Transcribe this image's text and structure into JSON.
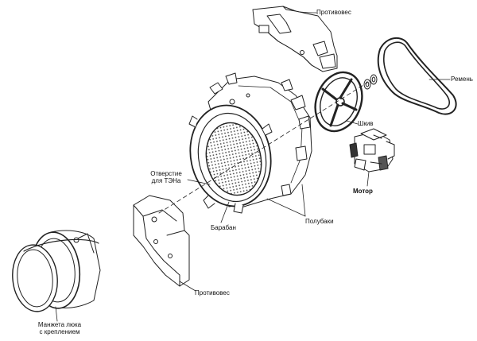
{
  "labels": {
    "counterweight_top": "Противовес",
    "belt": "Ремень",
    "pulley": "Шкив",
    "motor": "Мотор",
    "heater_hole_line1": "Отверстие",
    "heater_hole_line2": "для ТЭНа",
    "drum": "Барабан",
    "half_tanks": "Полубаки",
    "counterweight_bottom": "Противовес",
    "door_seal_line1": "Манжета люка",
    "door_seal_line2": "с креплением"
  }
}
